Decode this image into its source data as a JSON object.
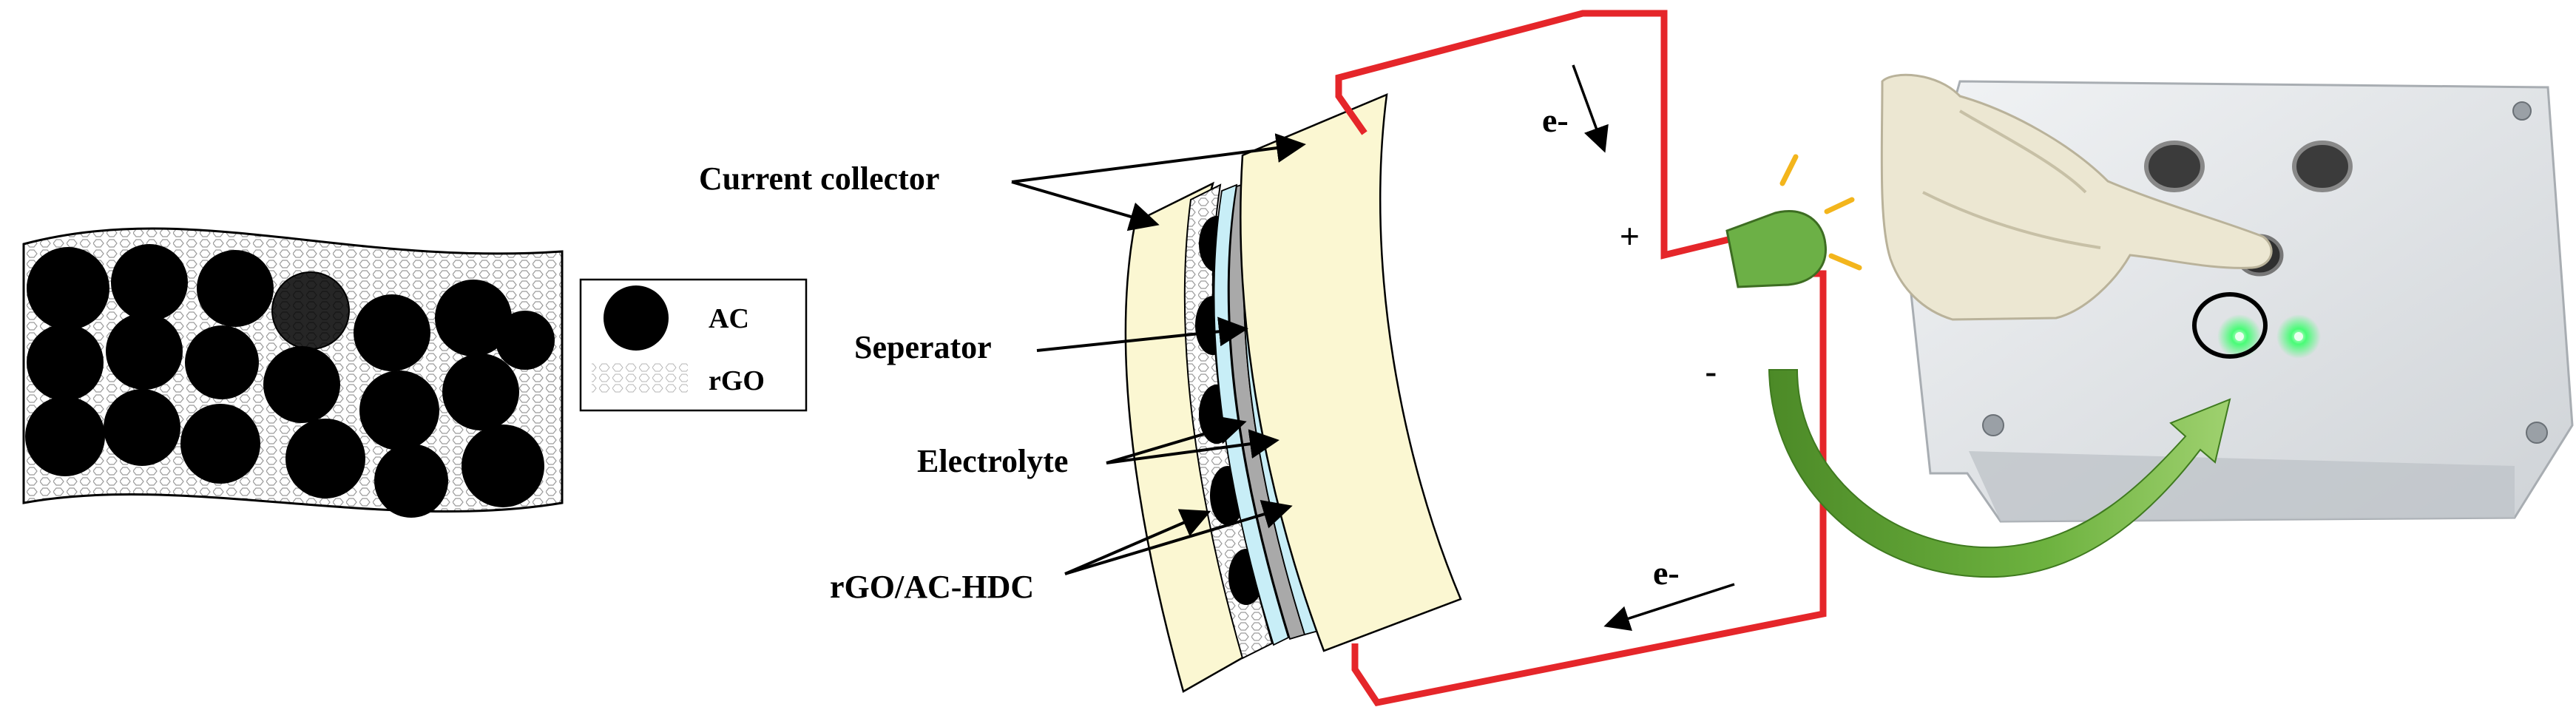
{
  "legend": {
    "ac_label": "AC",
    "rgo_label": "rGO"
  },
  "labels": {
    "current_collector": "Current collector",
    "separator": "Seperator",
    "electrolyte": "Electrolyte",
    "electrode": "rGO/AC-HDC"
  },
  "circuit": {
    "electron_top": "e-",
    "electron_bottom": "e-",
    "plus": "+",
    "minus": "-"
  },
  "colors": {
    "wire": "#e5262a",
    "collector": "#fbf7d2",
    "separator": "#a9a9a9",
    "electrolyte": "#c8eef7",
    "led_body": "#6cb046",
    "led_rays": "#f3b51c",
    "green_arrow": "#5a9a2f",
    "device_box": "#e4e7ea",
    "led_glow": "#38ff6a"
  }
}
